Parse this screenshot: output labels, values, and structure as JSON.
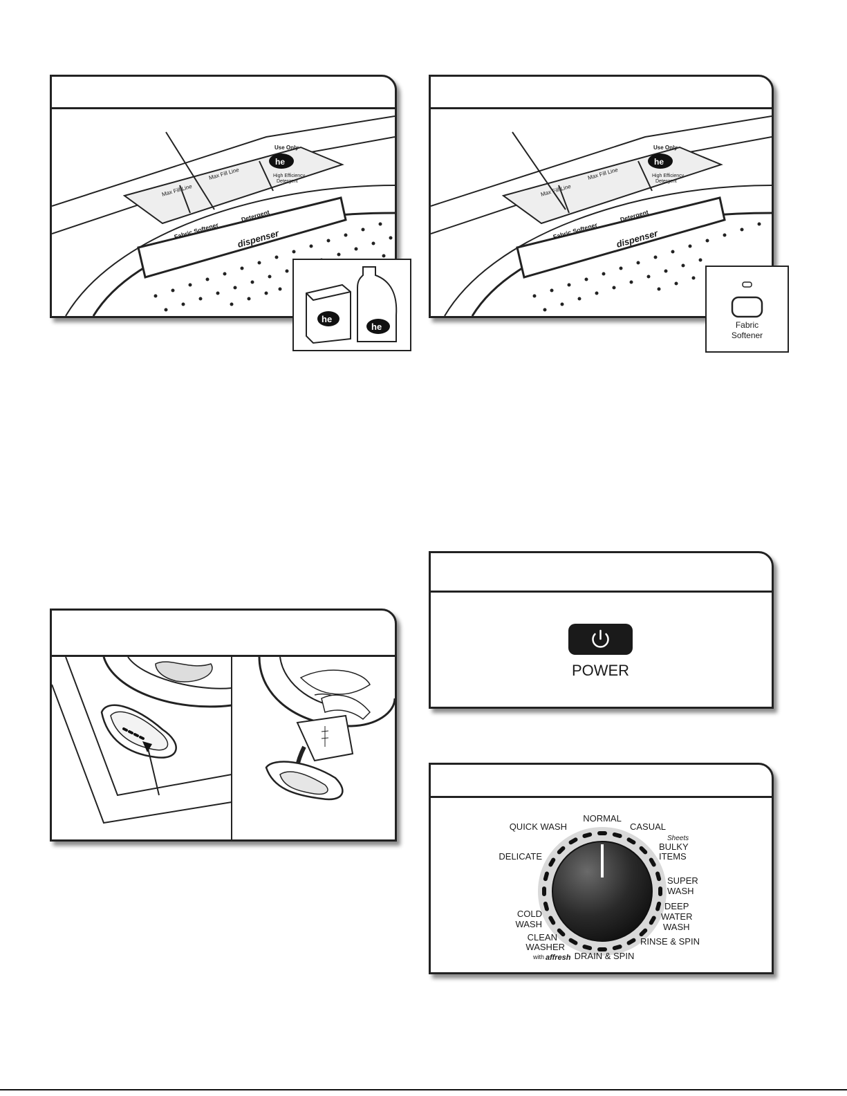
{
  "dispenser_panel": {
    "drawer_label": "dispenser",
    "compartment_softener": "Fabric Softener",
    "compartment_detergent": "Detergent",
    "max_fill_line": "Max Fill Line",
    "use_only": "Use Only",
    "he_logo": "he",
    "high_efficiency": "High Efficiency",
    "detergent_word": "Detergent"
  },
  "fabric_softener_button": {
    "label_line1": "Fabric",
    "label_line2": "Softener"
  },
  "power_panel": {
    "label": "POWER",
    "icon": "power-icon"
  },
  "cycle_knob": {
    "cycles": {
      "normal": "NORMAL",
      "casual": "CASUAL",
      "quick_wash": "QUICK WASH",
      "sheets": "Sheets",
      "bulky_1": "BULKY",
      "bulky_2": "ITEMS",
      "delicate": "DELICATE",
      "super_1": "SUPER",
      "super_2": "WASH",
      "deep_1": "DEEP",
      "deep_2": "WATER",
      "deep_3": "WASH",
      "cold_1": "COLD",
      "cold_2": "WASH",
      "clean_1": "CLEAN",
      "clean_2": "WASHER",
      "clean_with": "with",
      "clean_brand": "affresh",
      "rinse_spin": "RINSE & SPIN",
      "drain_spin": "DRAIN & SPIN"
    }
  }
}
